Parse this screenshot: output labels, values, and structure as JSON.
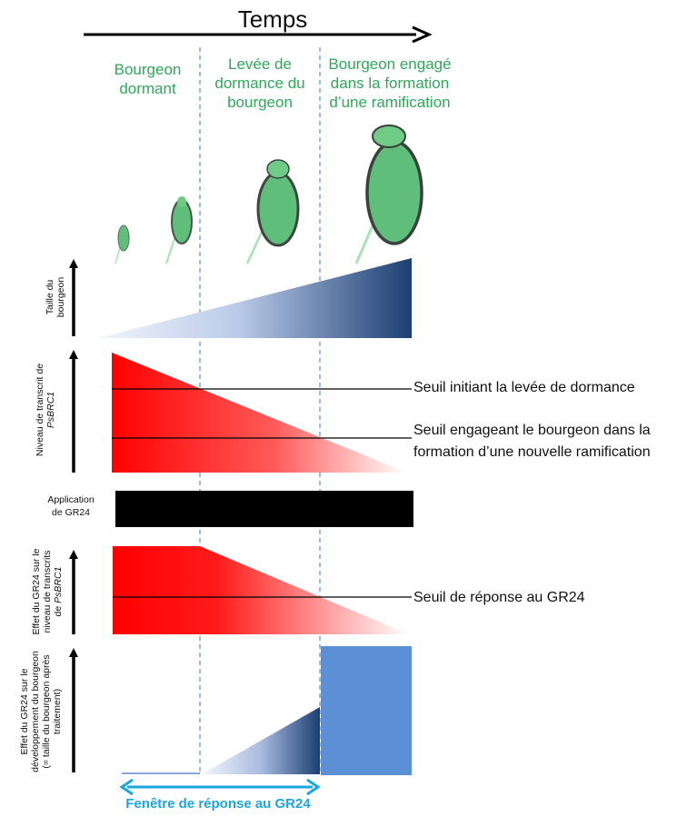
{
  "header": {
    "title": "Temps"
  },
  "phases": [
    {
      "line1": "Bourgeon",
      "line2": "dormant",
      "line3": ""
    },
    {
      "line1": "Levée de",
      "line2": "dormance  du",
      "line3": "bourgeon"
    },
    {
      "line1": "Bourgeon engagé",
      "line2": "dans la formation",
      "line3": "d’une ramification"
    }
  ],
  "panels": {
    "size": {
      "label_l1": "Taille du",
      "label_l2": "bourgeon"
    },
    "transcript": {
      "label_l1": "Niveau de transcrit de",
      "label_gene": "PsBRC1",
      "threshold1": "Seuil  initiant la levée de dormance",
      "threshold2_l1": "Seuil  engageant le bourgeon dans la",
      "threshold2_l2": "formation d’une nouvelle ramification"
    },
    "application": {
      "label_l1": "Application",
      "label_l2": "de GR24"
    },
    "effect_transcript": {
      "label_l1": "Effet du GR24 sur le",
      "label_l2": "niveau de transcrits",
      "label_pre": "de ",
      "label_gene": "PsBRC1",
      "threshold": "Seuil de réponse au GR24"
    },
    "effect_development": {
      "label_l1": "Effet du GR24 sur le",
      "label_l2": "développement du bourgeon",
      "label_l3": "(= taille du bourgeon après",
      "label_l4": "traitement)"
    }
  },
  "window": {
    "label": "Fenêtre de réponse au GR24"
  },
  "colors": {
    "phase_text": "#2ea85a",
    "size_gradient_start": "#e6ecf8",
    "size_gradient_end": "#1c3f72",
    "red": "#ff0000",
    "dashed_line": "#5a8fd6",
    "window_arrow": "#1aa6e0",
    "bar": "#000000",
    "response_block": "#5b8fd6"
  }
}
